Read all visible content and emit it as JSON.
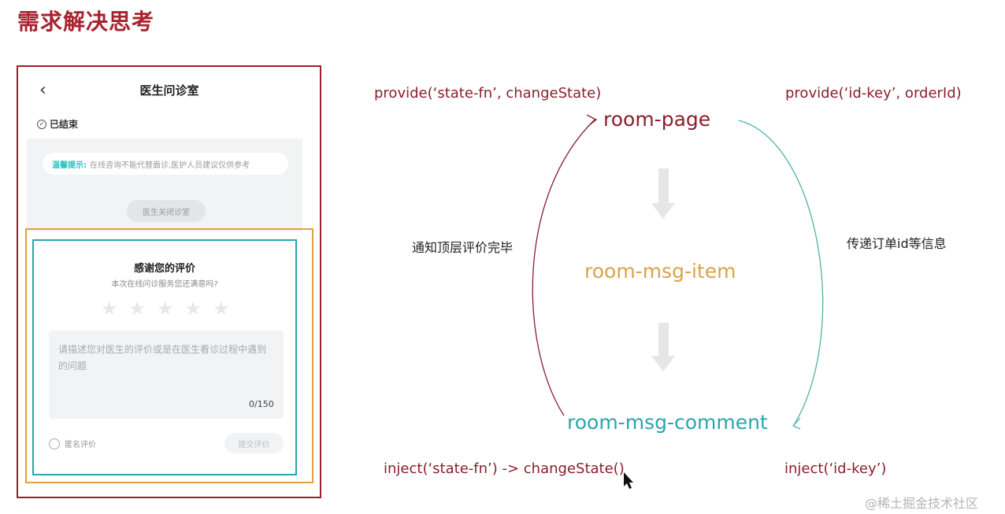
{
  "page_title": "需求解决思考",
  "phone": {
    "back_glyph": "‹",
    "nav_title": "医生问诊室",
    "status": "已结束",
    "tip_label": "温馨提示:",
    "tip_text": "在线咨询不能代替面诊,医护人员建议仅供参考",
    "close_button": "医生关闭诊室",
    "review": {
      "title": "感谢您的评价",
      "question": "本次在线问诊服务您还满意吗?",
      "rating": 0,
      "max_rating": 5,
      "placeholder": "请描述您对医生的评价或是在医生看诊过程中遇到的问题",
      "counter": "0/150",
      "anonymous_label": "匿名评价",
      "submit_label": "提交评价"
    }
  },
  "diagram": {
    "provide_state": "provide(‘state-fn’, changeState)",
    "provide_id": "provide(‘id-key’, orderId)",
    "node_page": "room-page",
    "node_item": "room-msg-item",
    "node_comment": "room-msg-comment",
    "left_label": "通知顶层评价完毕",
    "right_label": "传递订单id等信息",
    "inject_state": "inject(‘state-fn’) -> changeState()",
    "inject_id": "inject(‘id-key’)",
    "colors": {
      "page": "#8a1f2d",
      "item": "#dba24a",
      "comment": "#2aa6ad",
      "arrow_left": "#8a1f2d",
      "arrow_right": "#4fb3a8",
      "down_arrow": "#e6e6e6"
    }
  },
  "watermark": "@稀土掘金技术社区"
}
